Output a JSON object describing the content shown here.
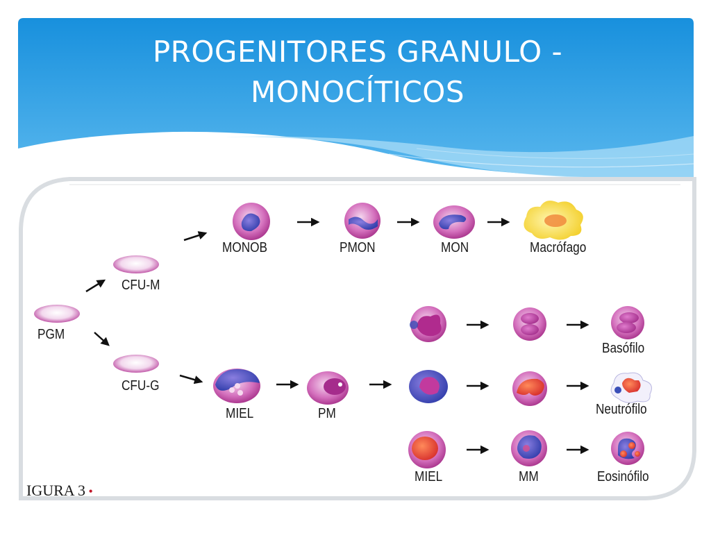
{
  "slide": {
    "title_line1": "PROGENITORES GRANULO -",
    "title_line2": "MONOCÍTICOS"
  },
  "figure": {
    "caption": "IGURA 3",
    "labels": {
      "pgm": "PGM",
      "cfu_m": "CFU-M",
      "cfu_g": "CFU-G",
      "monob": "MONOB",
      "pmon": "PMON",
      "mon": "MON",
      "macrofago": "Macrófago",
      "miel_1": "MIEL",
      "pm": "PM",
      "basofilo": "Basófilo",
      "neutrofilo": "Neutrófilo",
      "miel_2": "MIEL",
      "mm": "MM",
      "eosinofilo": "Eosinófilo"
    }
  },
  "colors": {
    "header_blue": "#1c95e2",
    "header_light": "#7cc6f2",
    "cell_magenta": "#c13aa0",
    "nucleus_blue": "#3a4fb8",
    "granule_red": "#e8402a",
    "macrophage_yellow": "#f7d83a"
  }
}
